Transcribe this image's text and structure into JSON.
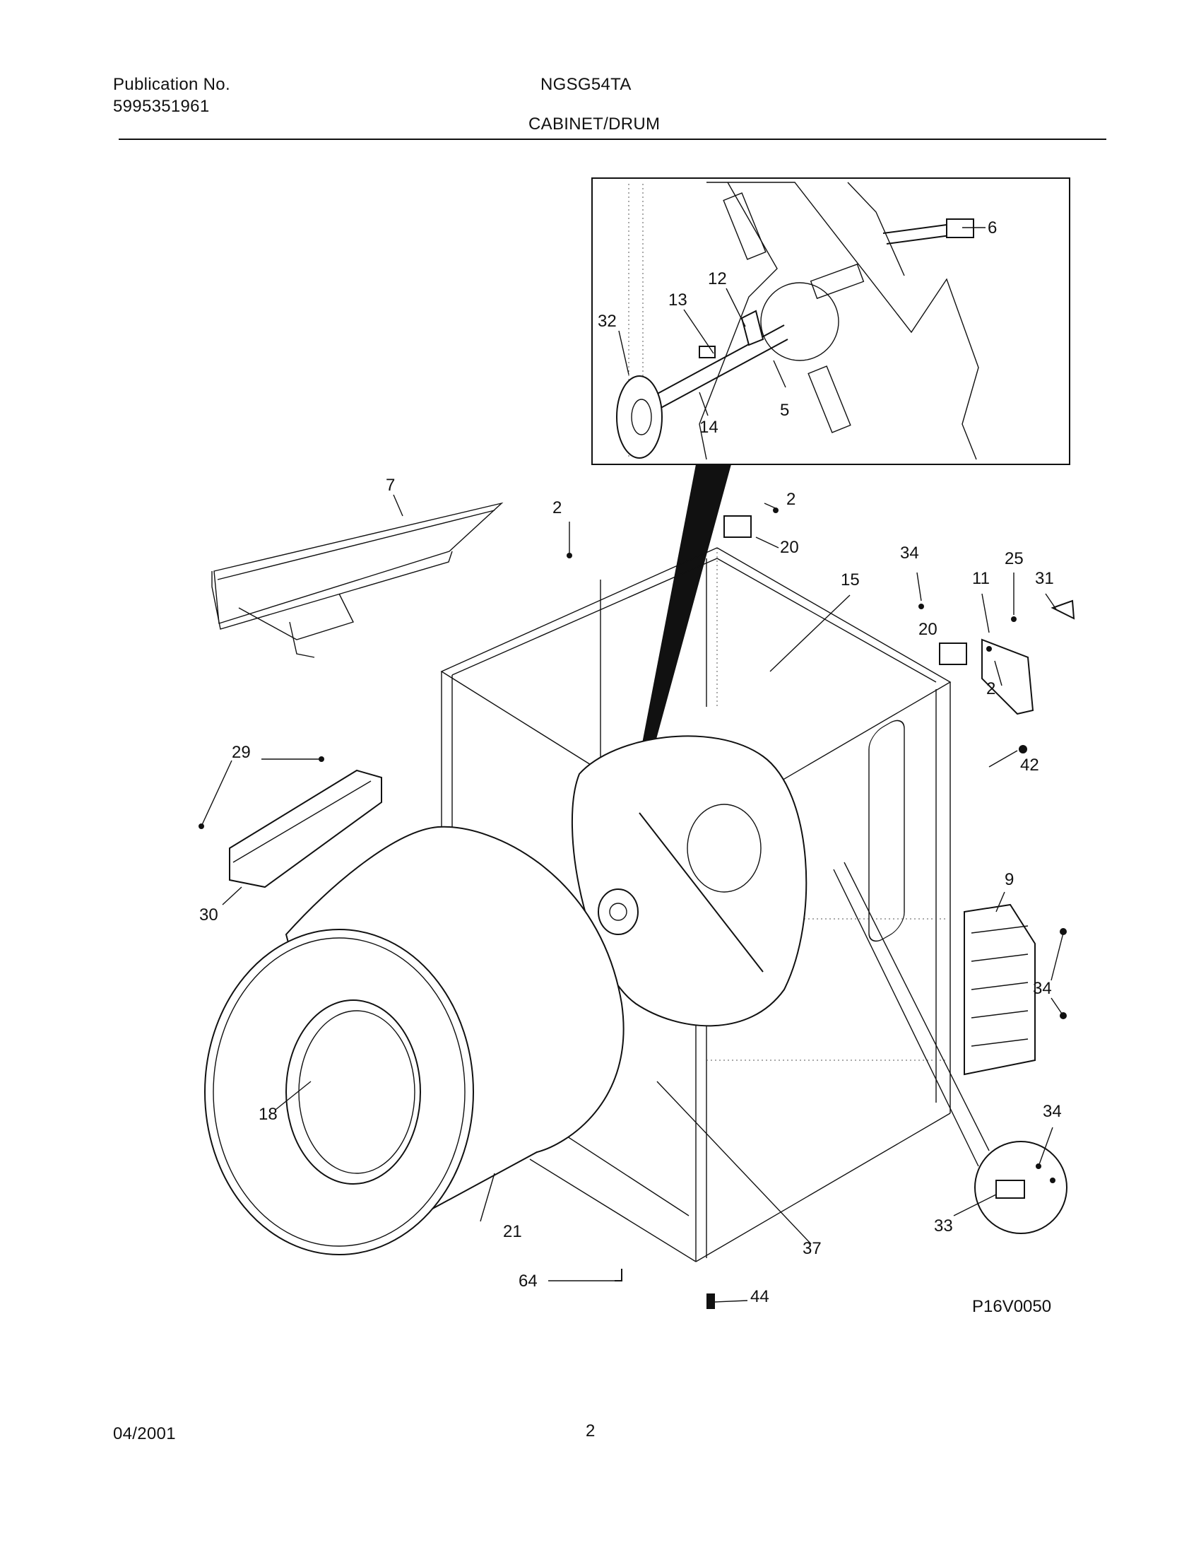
{
  "header": {
    "publication_label": "Publication No.",
    "publication_number": "5995351961",
    "model": "NGSG54TA",
    "section": "CABINET/DRUM"
  },
  "footer": {
    "date": "04/2001",
    "page": "2"
  },
  "diagram_code": "P16V0050",
  "callouts": [
    "2",
    "2",
    "2",
    "5",
    "6",
    "7",
    "9",
    "11",
    "12",
    "13",
    "14",
    "15",
    "18",
    "20",
    "20",
    "21",
    "25",
    "29",
    "30",
    "31",
    "32",
    "33",
    "34",
    "34",
    "34",
    "37",
    "42",
    "44",
    "64"
  ]
}
